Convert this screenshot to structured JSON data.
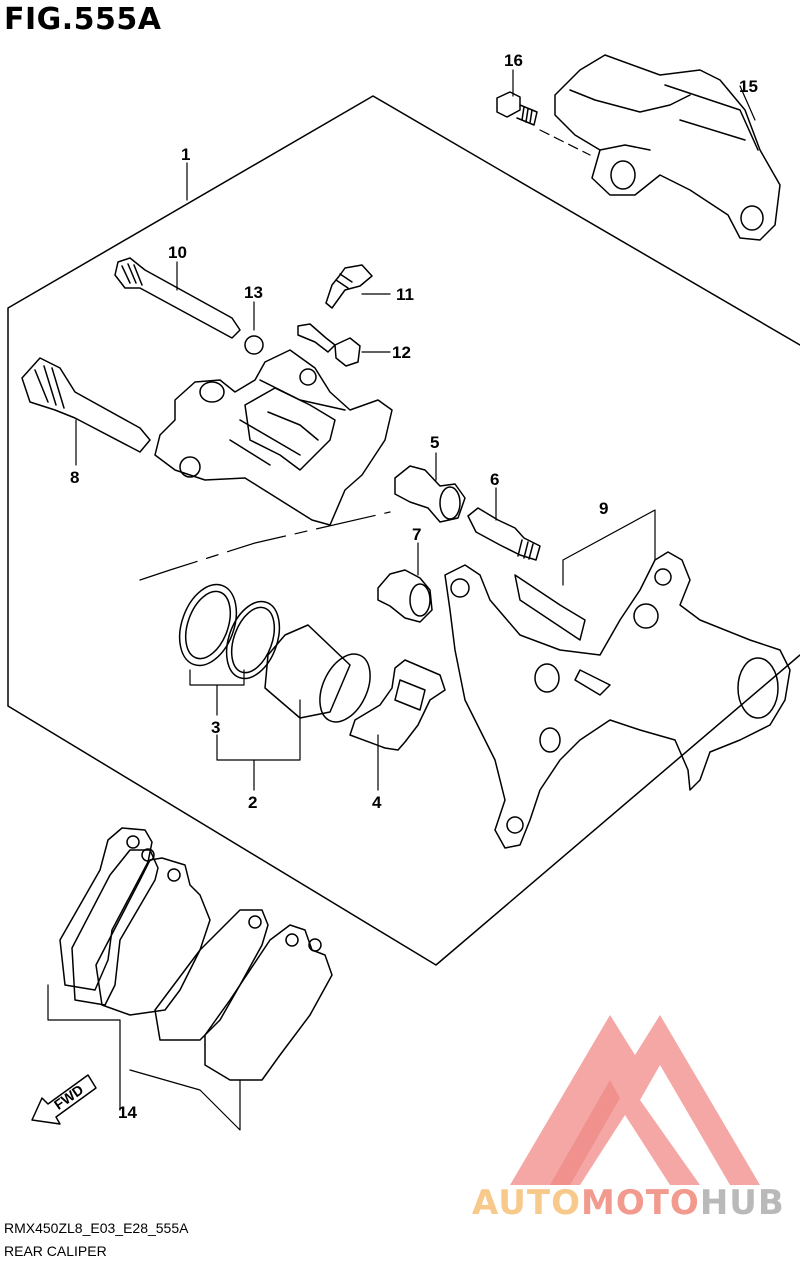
{
  "figure": {
    "title": "FIG.555A",
    "model_code": "RMX450ZL8_E03_E28_555A",
    "section_name": "REAR CALIPER"
  },
  "callouts": [
    {
      "id": "1",
      "part": "caliper-assembly"
    },
    {
      "id": "2",
      "part": "piston-set"
    },
    {
      "id": "3",
      "part": "seal-set"
    },
    {
      "id": "4",
      "part": "pad-spring"
    },
    {
      "id": "5",
      "part": "boot"
    },
    {
      "id": "6",
      "part": "slide-pin"
    },
    {
      "id": "7",
      "part": "boot"
    },
    {
      "id": "8",
      "part": "slide-pin"
    },
    {
      "id": "9",
      "part": "caliper-bracket"
    },
    {
      "id": "10",
      "part": "pad-pin"
    },
    {
      "id": "11",
      "part": "bleeder-valve"
    },
    {
      "id": "12",
      "part": "bleeder-cap"
    },
    {
      "id": "13",
      "part": "o-ring"
    },
    {
      "id": "14",
      "part": "pad-set"
    },
    {
      "id": "15",
      "part": "caliper-guard"
    },
    {
      "id": "16",
      "part": "bolt"
    }
  ],
  "direction_marker": "FWD",
  "watermark": {
    "brand_parts": [
      "AUTO",
      "MOTO",
      "HUB"
    ],
    "colors": {
      "auto": "#f7c98a",
      "moto": "#f29a8e",
      "hub": "#b9b9b9",
      "logo": "#f08a85"
    }
  }
}
